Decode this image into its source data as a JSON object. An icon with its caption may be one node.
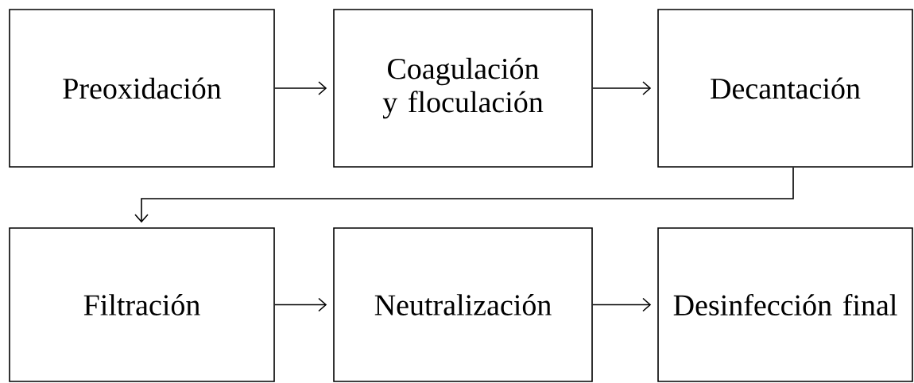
{
  "diagram": {
    "nodes": [
      {
        "text": [
          "Preoxidación"
        ]
      },
      {
        "text": [
          "Coagulación y floculación"
        ]
      },
      {
        "text": [
          "Decantación"
        ]
      },
      {
        "text": [
          "Filtración"
        ]
      },
      {
        "text": [
          "Neutralización"
        ]
      },
      {
        "text": [
          "Desinfección final"
        ]
      }
    ],
    "edges": [
      {
        "from": 0,
        "to": 1,
        "arrow": "to"
      },
      {
        "from": 1,
        "to": 2,
        "arrow": "to"
      },
      {
        "from": 2,
        "to": 3,
        "arrow": "to"
      },
      {
        "from": 3,
        "to": 4,
        "arrow": "to"
      },
      {
        "from": 4,
        "to": 5,
        "arrow": "to"
      }
    ]
  }
}
